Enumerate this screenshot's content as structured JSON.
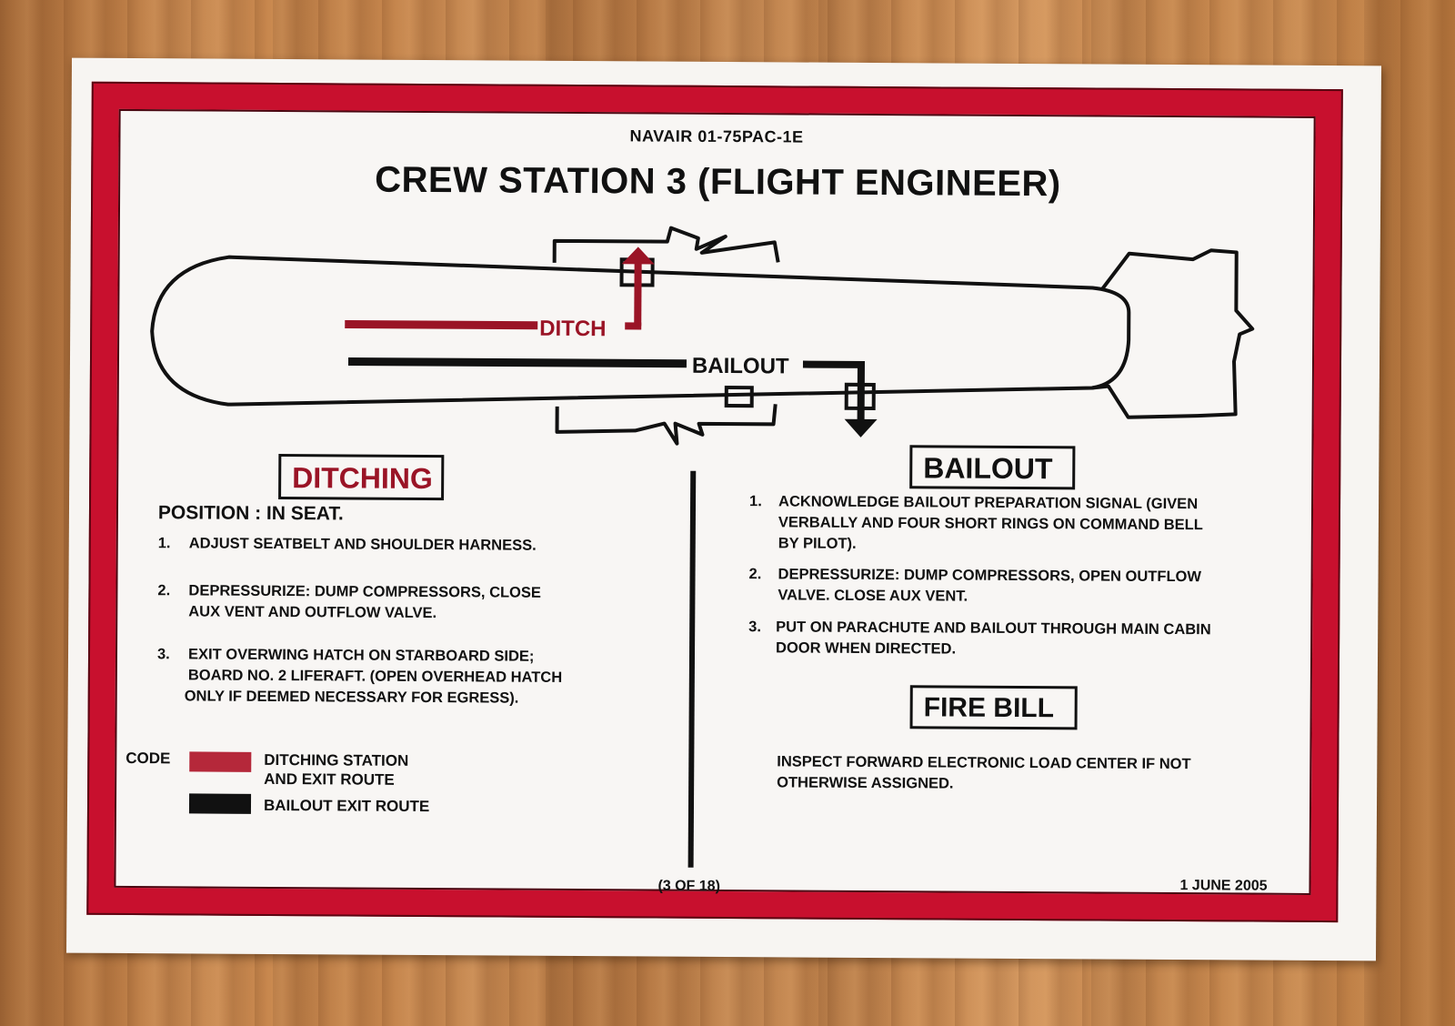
{
  "header": {
    "doc_code": "NAVAIR 01-75PAC-1E",
    "title": "CREW STATION 3 (FLIGHT ENGINEER)"
  },
  "diagram": {
    "ditch_label": "DITCH",
    "bailout_label": "BAILOUT",
    "ditch_color": "#9a1426",
    "bailout_color": "#111111"
  },
  "ditching": {
    "heading": "DITCHING",
    "position": "POSITION : IN SEAT.",
    "steps": [
      {
        "num": "1.",
        "lines": [
          "ADJUST SEATBELT AND SHOULDER HARNESS."
        ]
      },
      {
        "num": "2.",
        "lines": [
          "DEPRESSURIZE:   DUMP COMPRESSORS,  CLOSE",
          "AUX VENT AND OUTFLOW VALVE."
        ]
      },
      {
        "num": "3.",
        "lines": [
          "EXIT OVERWING HATCH  ON  STARBOARD SIDE;",
          "BOARD    NO. 2 LIFERAFT. (OPEN OVERHEAD HATCH",
          "ONLY IF DEEMED NECESSARY FOR EGRESS)."
        ]
      }
    ]
  },
  "bailout": {
    "heading": "BAILOUT",
    "steps": [
      {
        "num": "1.",
        "lines": [
          "ACKNOWLEDGE BAILOUT PREPARATION SIGNAL (GIVEN",
          "VERBALLY AND FOUR SHORT RINGS ON COMMAND BELL",
          "BY PILOT)."
        ]
      },
      {
        "num": "2.",
        "lines": [
          "DEPRESSURIZE: DUMP COMPRESSORS, OPEN OUTFLOW",
          "VALVE. CLOSE AUX VENT."
        ]
      },
      {
        "num": "3.",
        "lines": [
          "PUT ON PARACHUTE AND BAILOUT THROUGH MAIN CABIN",
          "DOOR WHEN DIRECTED."
        ]
      }
    ]
  },
  "fire_bill": {
    "heading": "FIRE BILL",
    "lines": [
      "INSPECT FORWARD ELECTRONIC LOAD CENTER IF NOT",
      "OTHERWISE ASSIGNED."
    ]
  },
  "legend": {
    "code_label": "CODE",
    "ditch_lines": [
      "DITCHING STATION",
      "AND EXIT ROUTE"
    ],
    "bailout_label": "BAILOUT EXIT ROUTE",
    "ditch_color": "#b5283a",
    "bailout_color": "#111111"
  },
  "footer": {
    "page": "(3 OF 18)",
    "date": "1 JUNE 2005"
  },
  "colors": {
    "frame_red": "#c8102e",
    "card": "#f8f6f4"
  }
}
